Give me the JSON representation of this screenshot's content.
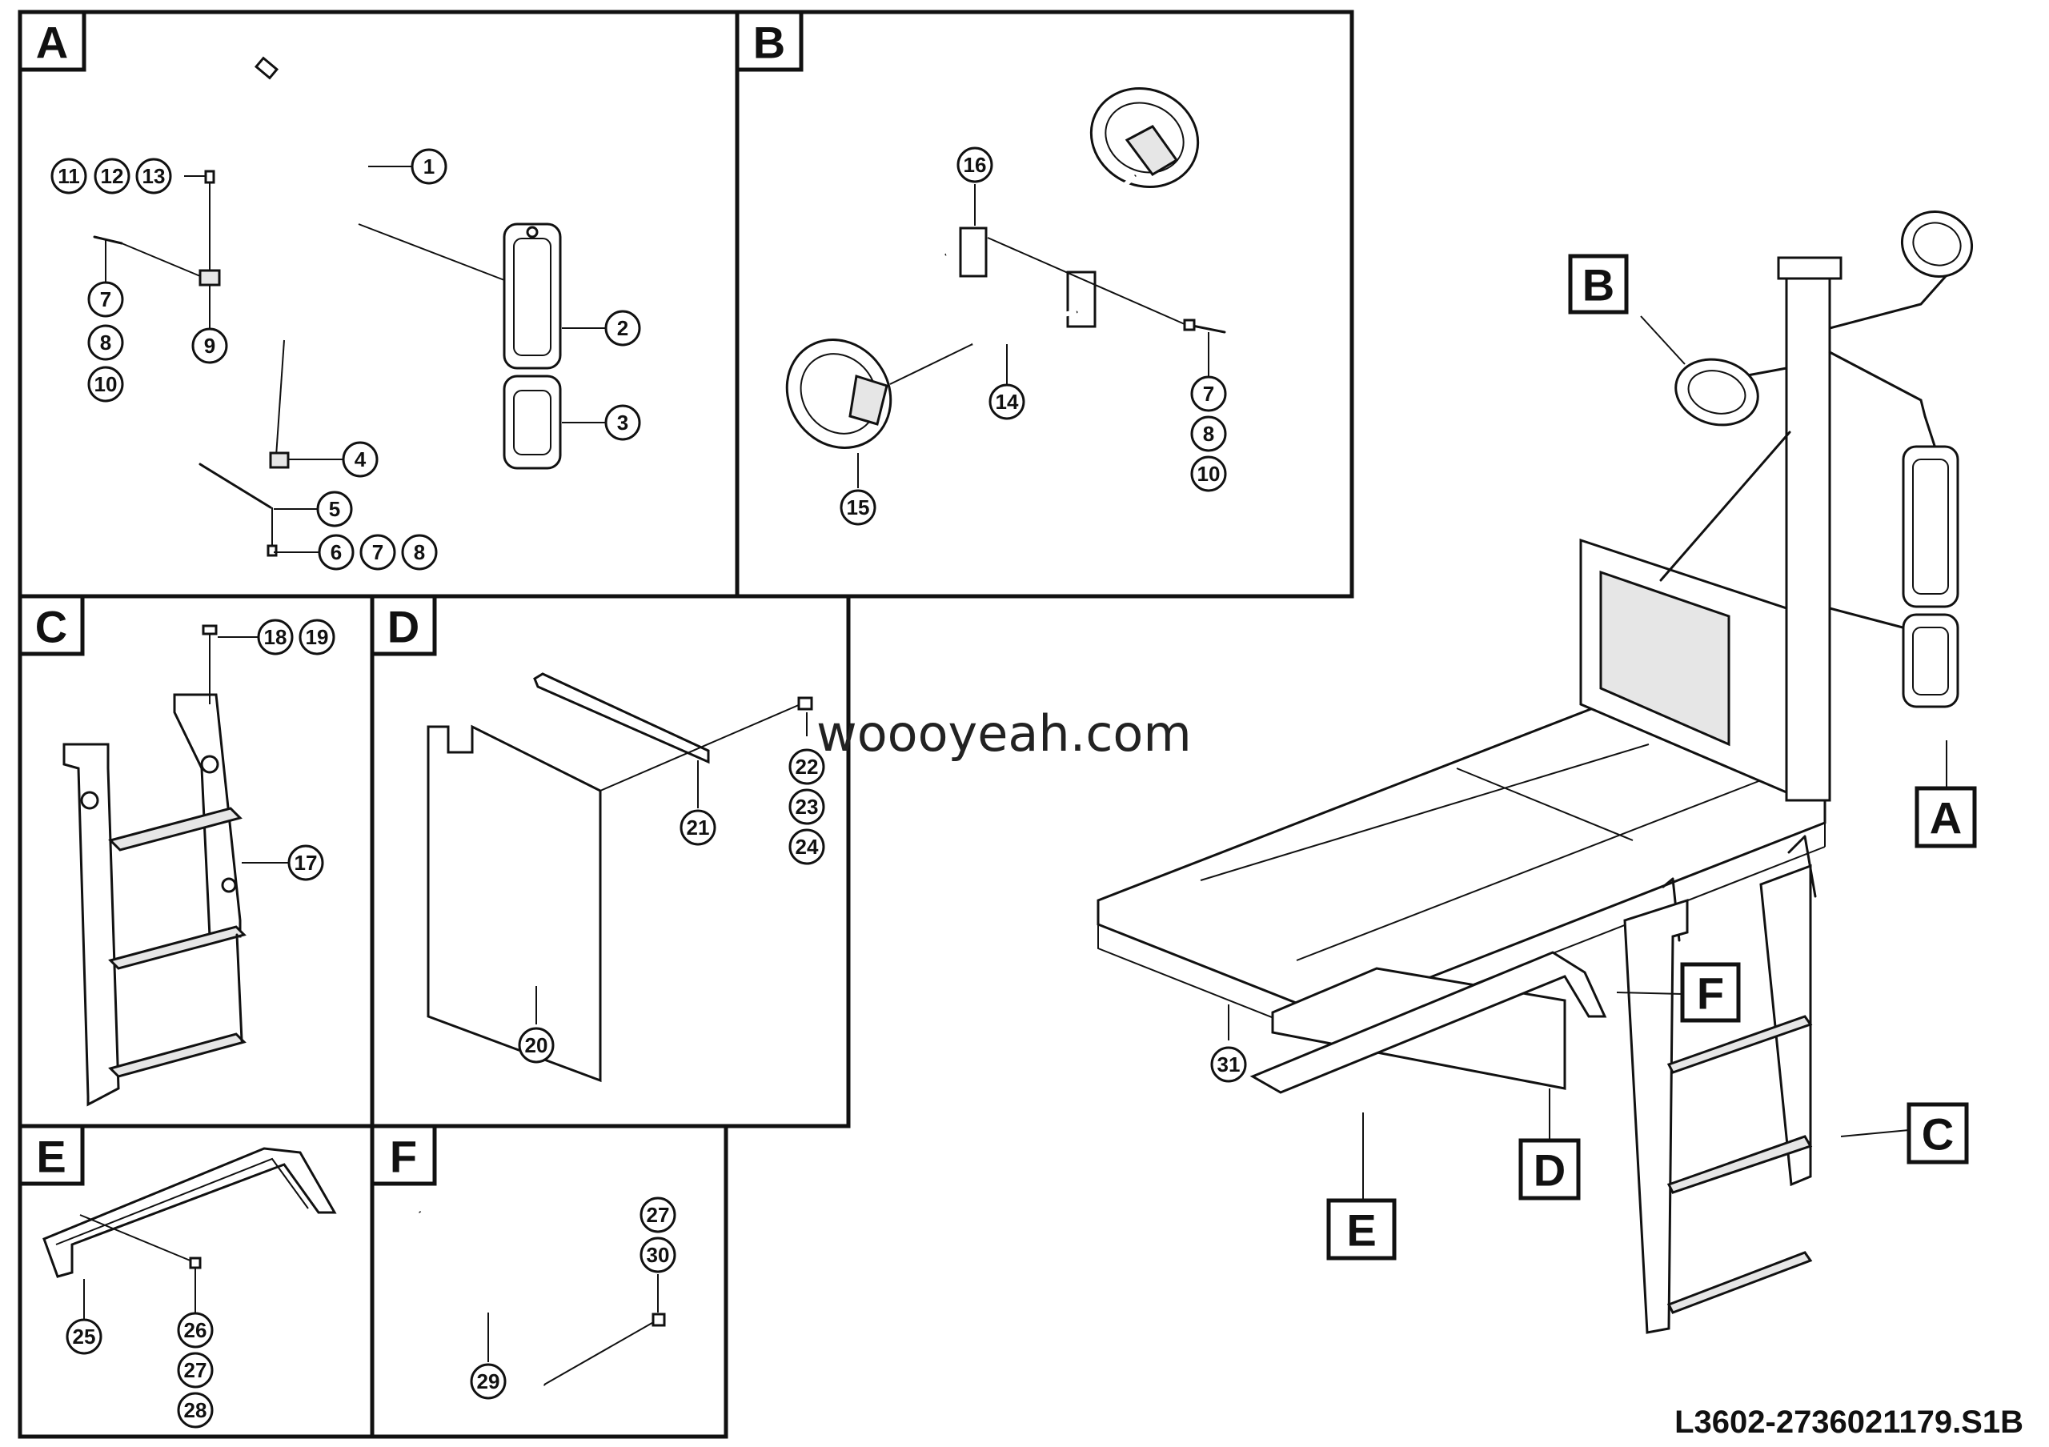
{
  "panels": [
    {
      "label": "A"
    },
    {
      "label": "B"
    },
    {
      "label": "C"
    },
    {
      "label": "D"
    },
    {
      "label": "E"
    },
    {
      "label": "F"
    }
  ],
  "overview_labels": [
    "B",
    "A",
    "F",
    "C",
    "D",
    "E"
  ],
  "callouts": [
    "1",
    "2",
    "3",
    "4",
    "5",
    "6",
    "7",
    "8",
    "7",
    "8",
    "10",
    "9",
    "11",
    "12",
    "13",
    "16",
    "14",
    "15",
    "7",
    "8",
    "10",
    "18",
    "19",
    "17",
    "22",
    "23",
    "24",
    "21",
    "20",
    "25",
    "26",
    "27",
    "28",
    "27",
    "30",
    "29",
    "31"
  ],
  "watermark": "woooyeah.com",
  "drawing_code": "L3602-2736021179.S1B"
}
